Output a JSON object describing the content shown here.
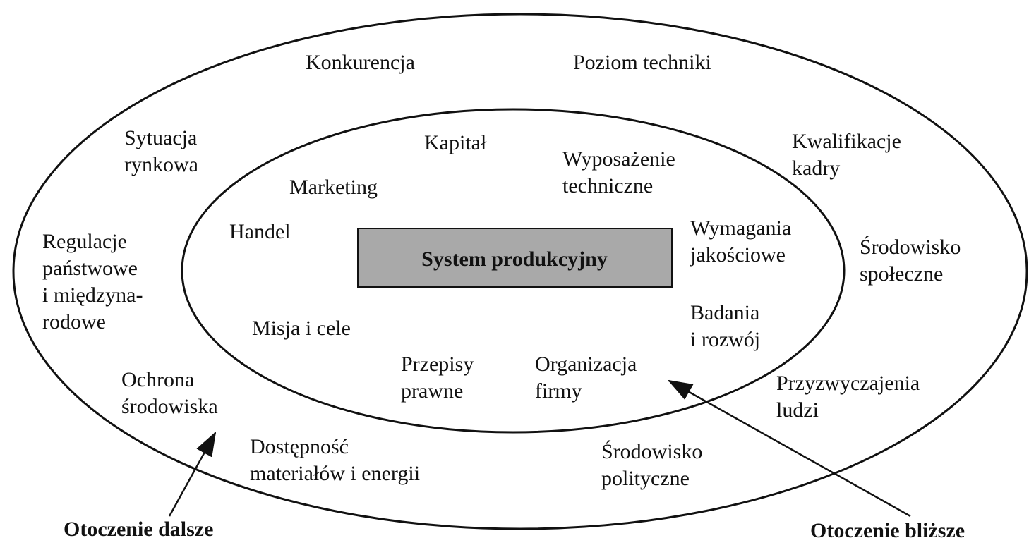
{
  "center": {
    "label": "System produkcyjny",
    "fill": "#a9a9a9"
  },
  "outer_factors": {
    "konkurencja": [
      "Konkurencja"
    ],
    "poziom_techniki": [
      "Poziom techniki"
    ],
    "sytuacja": [
      "Sytuacja",
      "rynkowa"
    ],
    "kwalifikacje": [
      "Kwalifikacje",
      "kadry"
    ],
    "regulacje": [
      "Regulacje",
      "państwowe",
      "i międzyna-",
      "rodowe"
    ],
    "srodowisko_spoleczne": [
      "Środowisko",
      "społeczne"
    ],
    "ochrona": [
      "Ochrona",
      "środowiska"
    ],
    "przyzwyczajenia": [
      "Przyzwyczajenia",
      "ludzi"
    ],
    "dostepnosc": [
      "Dostępność",
      "materiałów i energii"
    ],
    "srodowisko_polityczne": [
      "Środowisko",
      "polityczne"
    ]
  },
  "inner_factors": {
    "kapital": [
      "Kapitał"
    ],
    "wyposazenie": [
      "Wyposażenie",
      "techniczne"
    ],
    "marketing": [
      "Marketing"
    ],
    "handel": [
      "Handel"
    ],
    "wymagania": [
      "Wymagania",
      "jakościowe"
    ],
    "badania": [
      "Badania",
      "i rozwój"
    ],
    "misja": [
      "Misja i cele"
    ],
    "przepisy": [
      "Przepisy",
      "prawne"
    ],
    "organizacja": [
      "Organizacja",
      "firmy"
    ]
  },
  "legend": {
    "outer": "Otoczenie dalsze",
    "inner": "Otoczenie bliższe"
  }
}
